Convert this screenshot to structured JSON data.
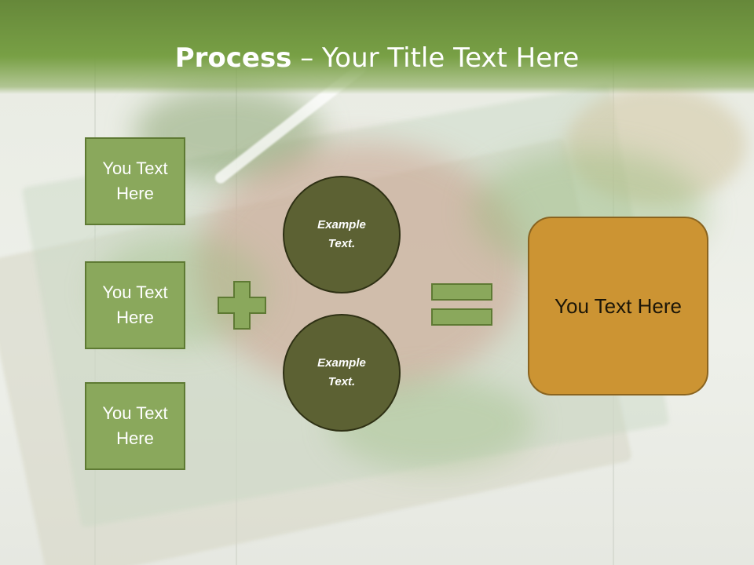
{
  "slide": {
    "title_bold": "Process",
    "title_rest": " – Your Title Text Here",
    "left_boxes": [
      {
        "label": "You Text\nHere"
      },
      {
        "label": "You Text\nHere"
      },
      {
        "label": "You Text\nHere"
      }
    ],
    "circles": [
      {
        "label": "Example\nText."
      },
      {
        "label": "Example\nText."
      }
    ],
    "result_label": "You Text Here"
  },
  "icons": {
    "plus": "plus-icon",
    "equals": "equals-icon"
  },
  "colors": {
    "header_green": "#6f9440",
    "box_green": "#8aa85c",
    "circle_olive": "#5c6133",
    "result_orange": "#cc9433"
  }
}
